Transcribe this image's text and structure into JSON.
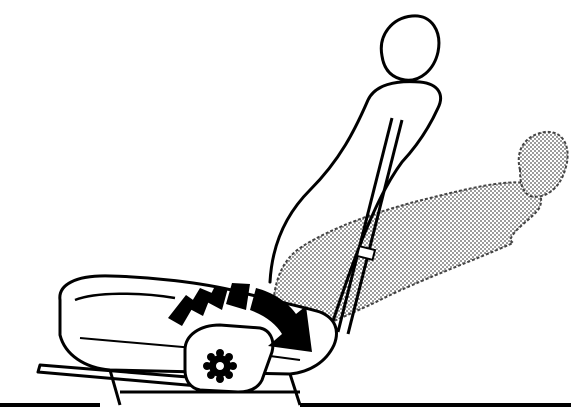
{
  "figure": {
    "subject": "car-seat-recline-adjustment",
    "elements": [
      "upright-seatback",
      "headrest",
      "reclined-seatback-dotted",
      "reclined-headrest-dotted",
      "seat-cushion",
      "recliner-knob",
      "rotation-arrow",
      "recline-lever-rod",
      "floor-rail"
    ]
  },
  "colors": {
    "line": "#000000",
    "background": "#ffffff",
    "shade": "#cfcfcf"
  },
  "icons": {
    "knob": "gear-knob-icon",
    "arrow": "curved-arrow-icon"
  }
}
